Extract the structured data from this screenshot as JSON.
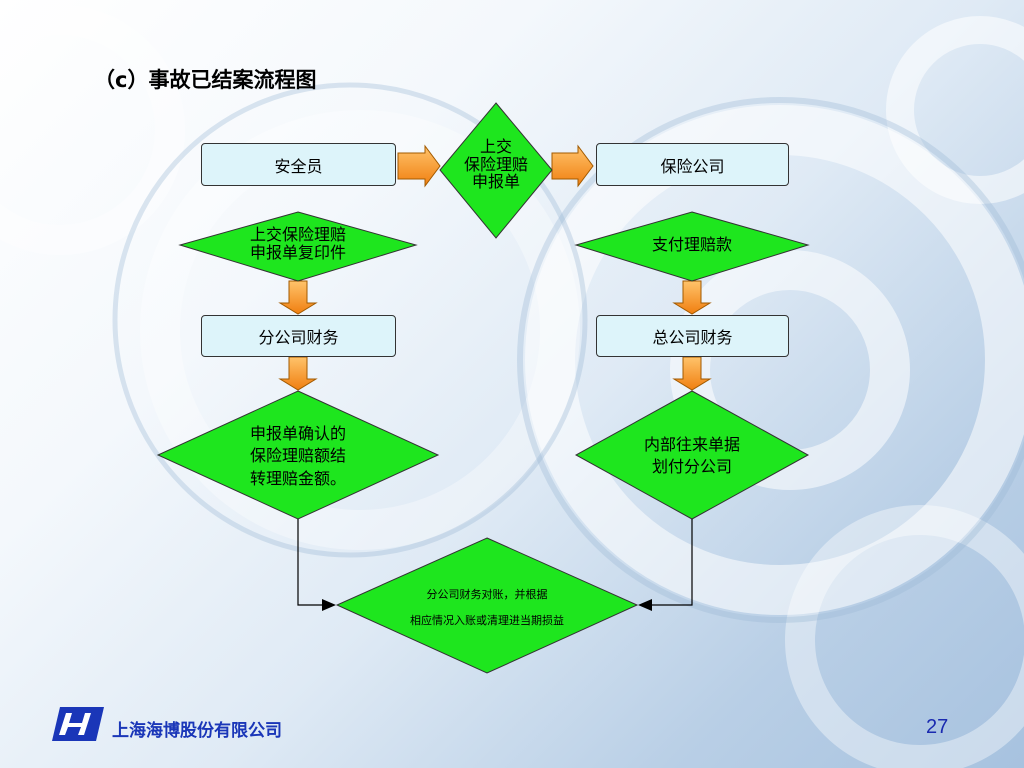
{
  "slide": {
    "title": "（c）事故已结案流程图",
    "page_number": "27"
  },
  "footer": {
    "company_name": "上海海博股份有限公司"
  },
  "flow": {
    "node_safety_officer": "安全员",
    "node_submit_claim": [
      "上交",
      "保险理赔",
      "申报单"
    ],
    "node_insurance_company": "保险公司",
    "node_submit_copy": [
      "上交保险理赔",
      "申报单复印件"
    ],
    "node_pay_claim": "支付理赔款",
    "node_branch_finance": "分公司财务",
    "node_hq_finance": "总公司财务",
    "node_confirm_amount": [
      "申报单确认的",
      "保险理赔额结",
      "转理赔金额。"
    ],
    "node_internal_transfer": [
      "内部往来单据",
      "划付分公司"
    ],
    "node_reconcile": [
      "分公司财务对账，并根据",
      "相应情况入账或清理进当期损益"
    ]
  },
  "colors": {
    "decision_fill": "#1ee61e",
    "process_fill": "#ddf4fa",
    "arrow_fill": "#f7941d",
    "company_text": "#1a36b8"
  }
}
